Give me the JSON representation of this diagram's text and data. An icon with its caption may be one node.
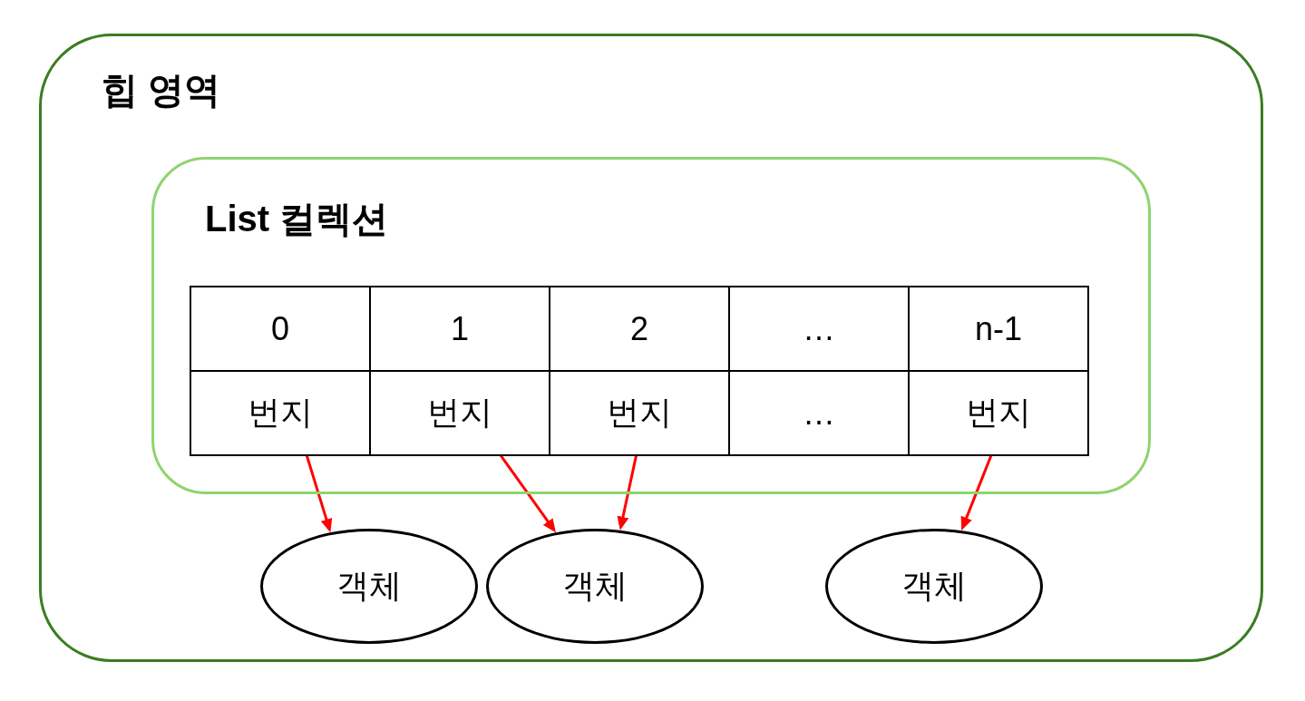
{
  "diagram": {
    "nodes": [
      {
        "text": [
          "힙 영역"
        ]
      },
      {
        "text": [
          "List 컬렉션"
        ],
        "in": 0
      },
      {
        "text": [
          "0"
        ],
        "in": 1
      },
      {
        "text": [
          "1"
        ],
        "in": 1
      },
      {
        "text": [
          "2"
        ],
        "in": 1
      },
      {
        "text": [
          "…"
        ],
        "in": 1
      },
      {
        "text": [
          "n-1"
        ],
        "in": 1
      },
      {
        "text": [
          "번지"
        ],
        "in": 1
      },
      {
        "text": [
          "번지"
        ],
        "in": 1
      },
      {
        "text": [
          "번지"
        ],
        "in": 1
      },
      {
        "text": [
          "…"
        ],
        "in": 1
      },
      {
        "text": [
          "번지"
        ],
        "in": 1
      },
      {
        "text": [
          "객체"
        ],
        "in": 0
      },
      {
        "text": [
          "객체"
        ],
        "in": 0
      },
      {
        "text": [
          "객체"
        ],
        "in": 0
      }
    ],
    "edges": [
      {
        "from": 7,
        "to": 12,
        "arrow": "to"
      },
      {
        "from": 8,
        "to": 13,
        "arrow": "to"
      },
      {
        "from": 9,
        "to": 13,
        "arrow": "to"
      },
      {
        "from": 11,
        "to": 14,
        "arrow": "to"
      }
    ]
  }
}
